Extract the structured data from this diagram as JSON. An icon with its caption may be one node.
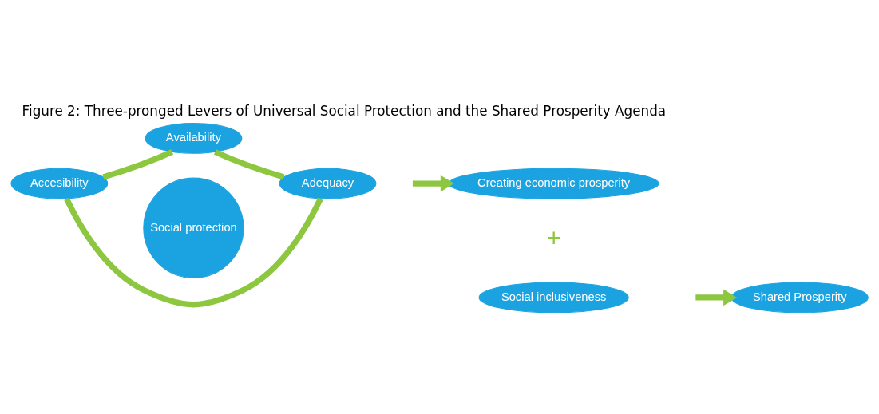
{
  "diagram": {
    "title": "Figure 2: Three-pronged Levers of Universal Social Protection and the Shared Prosperity Agenda",
    "nodes": [
      {
        "text": [
          "Social protection"
        ]
      },
      {
        "text": [
          "Availability"
        ]
      },
      {
        "text": [
          "Accesibility"
        ]
      },
      {
        "text": [
          "Adequacy"
        ]
      },
      {
        "text": [
          "Creating economic prosperity"
        ]
      },
      {
        "text": [
          "Social inclusiveness"
        ]
      },
      {
        "text": [
          "Shared Prosperity"
        ]
      }
    ],
    "edges": [
      {
        "from": 1,
        "to": 3,
        "arrow": "none"
      },
      {
        "from": 3,
        "to": 2,
        "arrow": "none"
      },
      {
        "from": 2,
        "to": 1,
        "arrow": "none"
      },
      {
        "from": null,
        "to": 4,
        "arrow": "to"
      },
      {
        "from": null,
        "to": 6,
        "arrow": "to"
      }
    ],
    "labels": [
      "+"
    ]
  }
}
